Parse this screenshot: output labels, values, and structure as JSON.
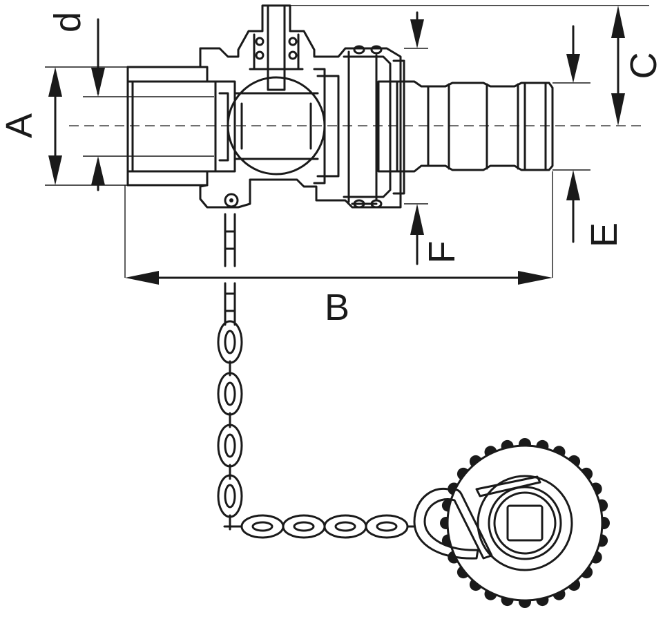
{
  "labels": {
    "A": "A",
    "B": "B",
    "C": "C",
    "d": "d",
    "E": "E",
    "F": "F"
  },
  "colors": {
    "line": "#1a1a1a",
    "background": "#ffffff"
  }
}
